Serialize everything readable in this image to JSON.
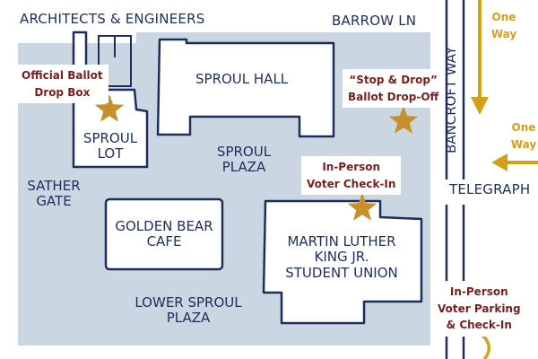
{
  "map": {
    "colors": {
      "plaza": "#cbd6e3",
      "building_outline": "#1e2d5e",
      "label_text": "#1e2d5e",
      "callout_text": "#7a1f1f",
      "star": "#c8902a",
      "one_way": "#d4a017"
    },
    "streets": {
      "barrow": "BARROW LN",
      "bancroft": "BANCROFT WAY",
      "telegraph": "TELEGRAPH"
    },
    "areas": {
      "architects": "ARCHITECTS & ENGINEERS",
      "sproul_hall": "SPROUL HALL",
      "sproul_lot_line1": "SPROUL",
      "sproul_lot_line2": "LOT",
      "sproul_plaza_line1": "SPROUL",
      "sproul_plaza_line2": "PLAZA",
      "sather_line1": "SATHER",
      "sather_line2": "GATE",
      "golden_bear_line1": "GOLDEN BEAR",
      "golden_bear_line2": "CAFE",
      "mlk_line1": "MARTIN LUTHER",
      "mlk_line2": "KING JR.",
      "mlk_line3": "STUDENT UNION",
      "lower_sproul_line1": "LOWER SPROUL",
      "lower_sproul_line2": "PLAZA"
    },
    "locations": {
      "ballot_box_line1": "Official Ballot",
      "ballot_box_line2": "Drop Box",
      "stop_drop_line1": "“Stop & Drop”",
      "stop_drop_line2": "Ballot Drop-Off",
      "checkin_line1": "In-Person",
      "checkin_line2": "Voter Check-In",
      "parking_line1": "In-Person",
      "parking_line2": "Voter Parking",
      "parking_line3": "& Check-In"
    },
    "one_way": {
      "top_line1": "One",
      "top_line2": "Way",
      "mid_line1": "One",
      "mid_line2": "Way"
    },
    "icons": {
      "location_marker": "star-icon",
      "direction": "arrow-icon"
    }
  }
}
